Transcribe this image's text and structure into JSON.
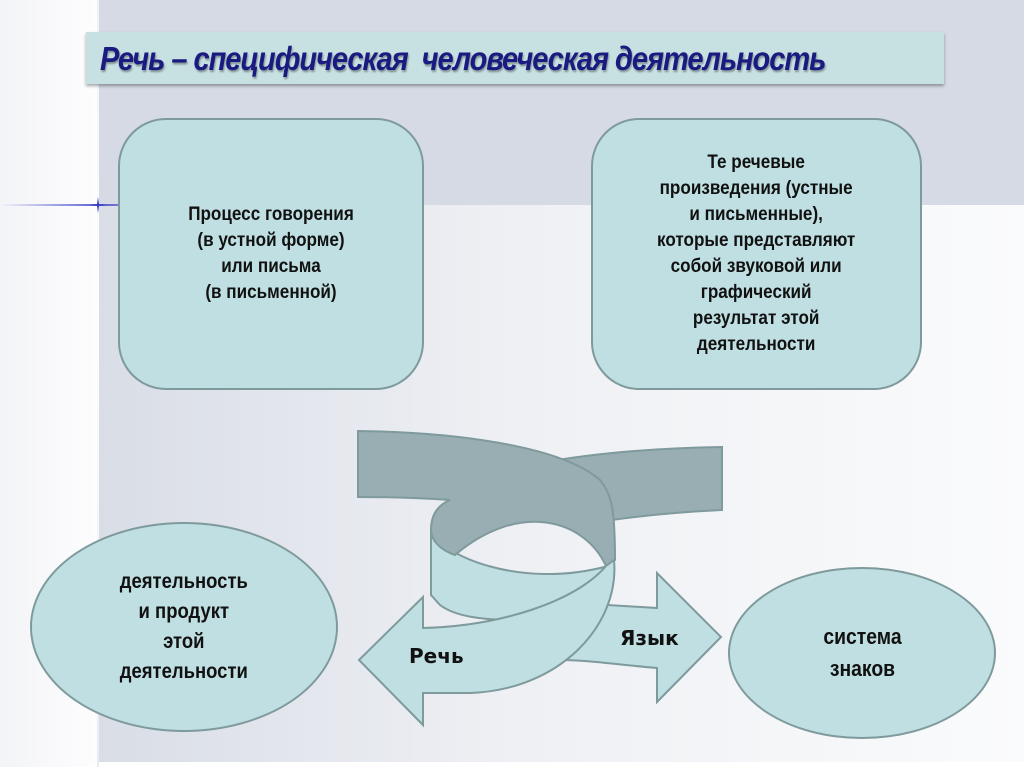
{
  "title": "Речь – специфическая  человеческая деятельность",
  "boxes": {
    "left": "Процесс  говорения\n(в устной форме)\nили письма\n(в письменной)",
    "right": "Те речевые\nпроизведения (устные\nи письменные),\nкоторые представляют\nсобой звуковой или\nграфический\nрезультат этой\nдеятельности"
  },
  "circles": {
    "left": "деятельность\nи продукт\nэтой\nдеятельности",
    "right": "система\nзнаков"
  },
  "arrows": {
    "left_label": "Речь",
    "right_label": "Язык"
  },
  "colors": {
    "title_text": "#1a1a80",
    "shape_fill": "#c0dfe2",
    "ribbon_dark": "#98aeb2",
    "outline": "#7f9a9c"
  }
}
